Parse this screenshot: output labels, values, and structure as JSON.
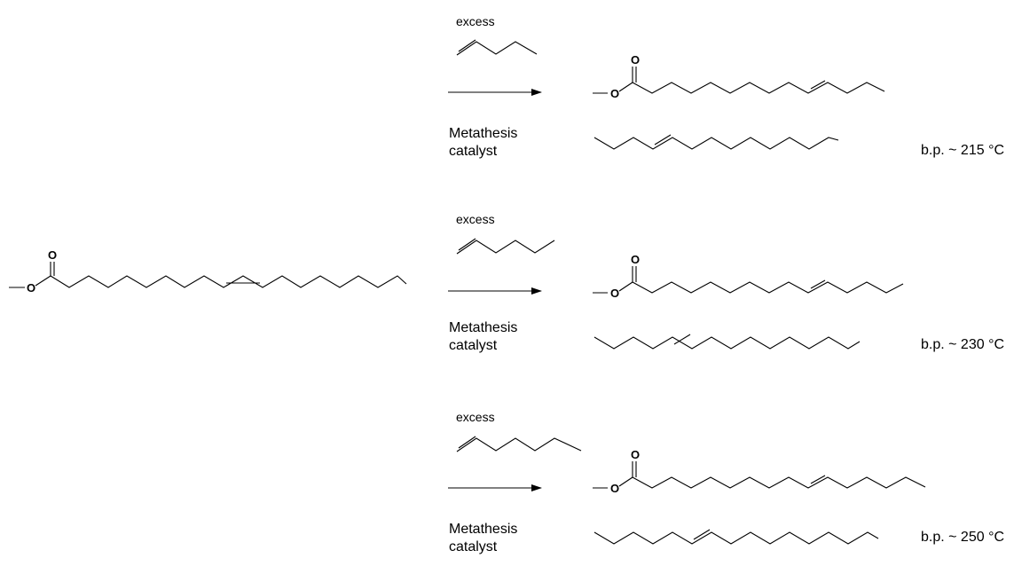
{
  "reactant": {
    "atoms": {
      "carbonyl_o": "O",
      "ester_o": "O"
    }
  },
  "reactions": [
    {
      "reagent_label": "excess",
      "catalyst_line1": "Metathesis",
      "catalyst_line2": "catalyst",
      "product_atoms": {
        "carbonyl_o": "O",
        "ester_o": "O"
      },
      "boiling_point": "b.p. ~ 215 °C"
    },
    {
      "reagent_label": "excess",
      "catalyst_line1": "Metathesis",
      "catalyst_line2": "catalyst",
      "product_atoms": {
        "carbonyl_o": "O",
        "ester_o": "O"
      },
      "boiling_point": "b.p. ~ 230 °C"
    },
    {
      "reagent_label": "excess",
      "catalyst_line1": "Metathesis",
      "catalyst_line2": "catalyst",
      "product_atoms": {
        "carbonyl_o": "O",
        "ester_o": "O"
      },
      "boiling_point": "b.p. ~ 250 °C"
    }
  ]
}
